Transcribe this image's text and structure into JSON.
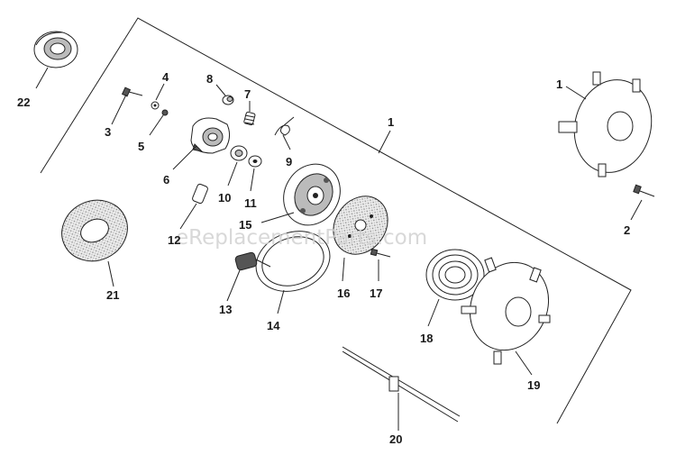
{
  "watermark": "eReplacementParts.com",
  "callouts": [
    "1",
    "2",
    "3",
    "4",
    "5",
    "6",
    "7",
    "8",
    "9",
    "10",
    "11",
    "12",
    "13",
    "14",
    "15",
    "16",
    "17",
    "18",
    "19",
    "20",
    "21",
    "22"
  ],
  "colors": {
    "ink": "#222222",
    "watermark": "#d2d2d2",
    "background": "#ffffff"
  }
}
